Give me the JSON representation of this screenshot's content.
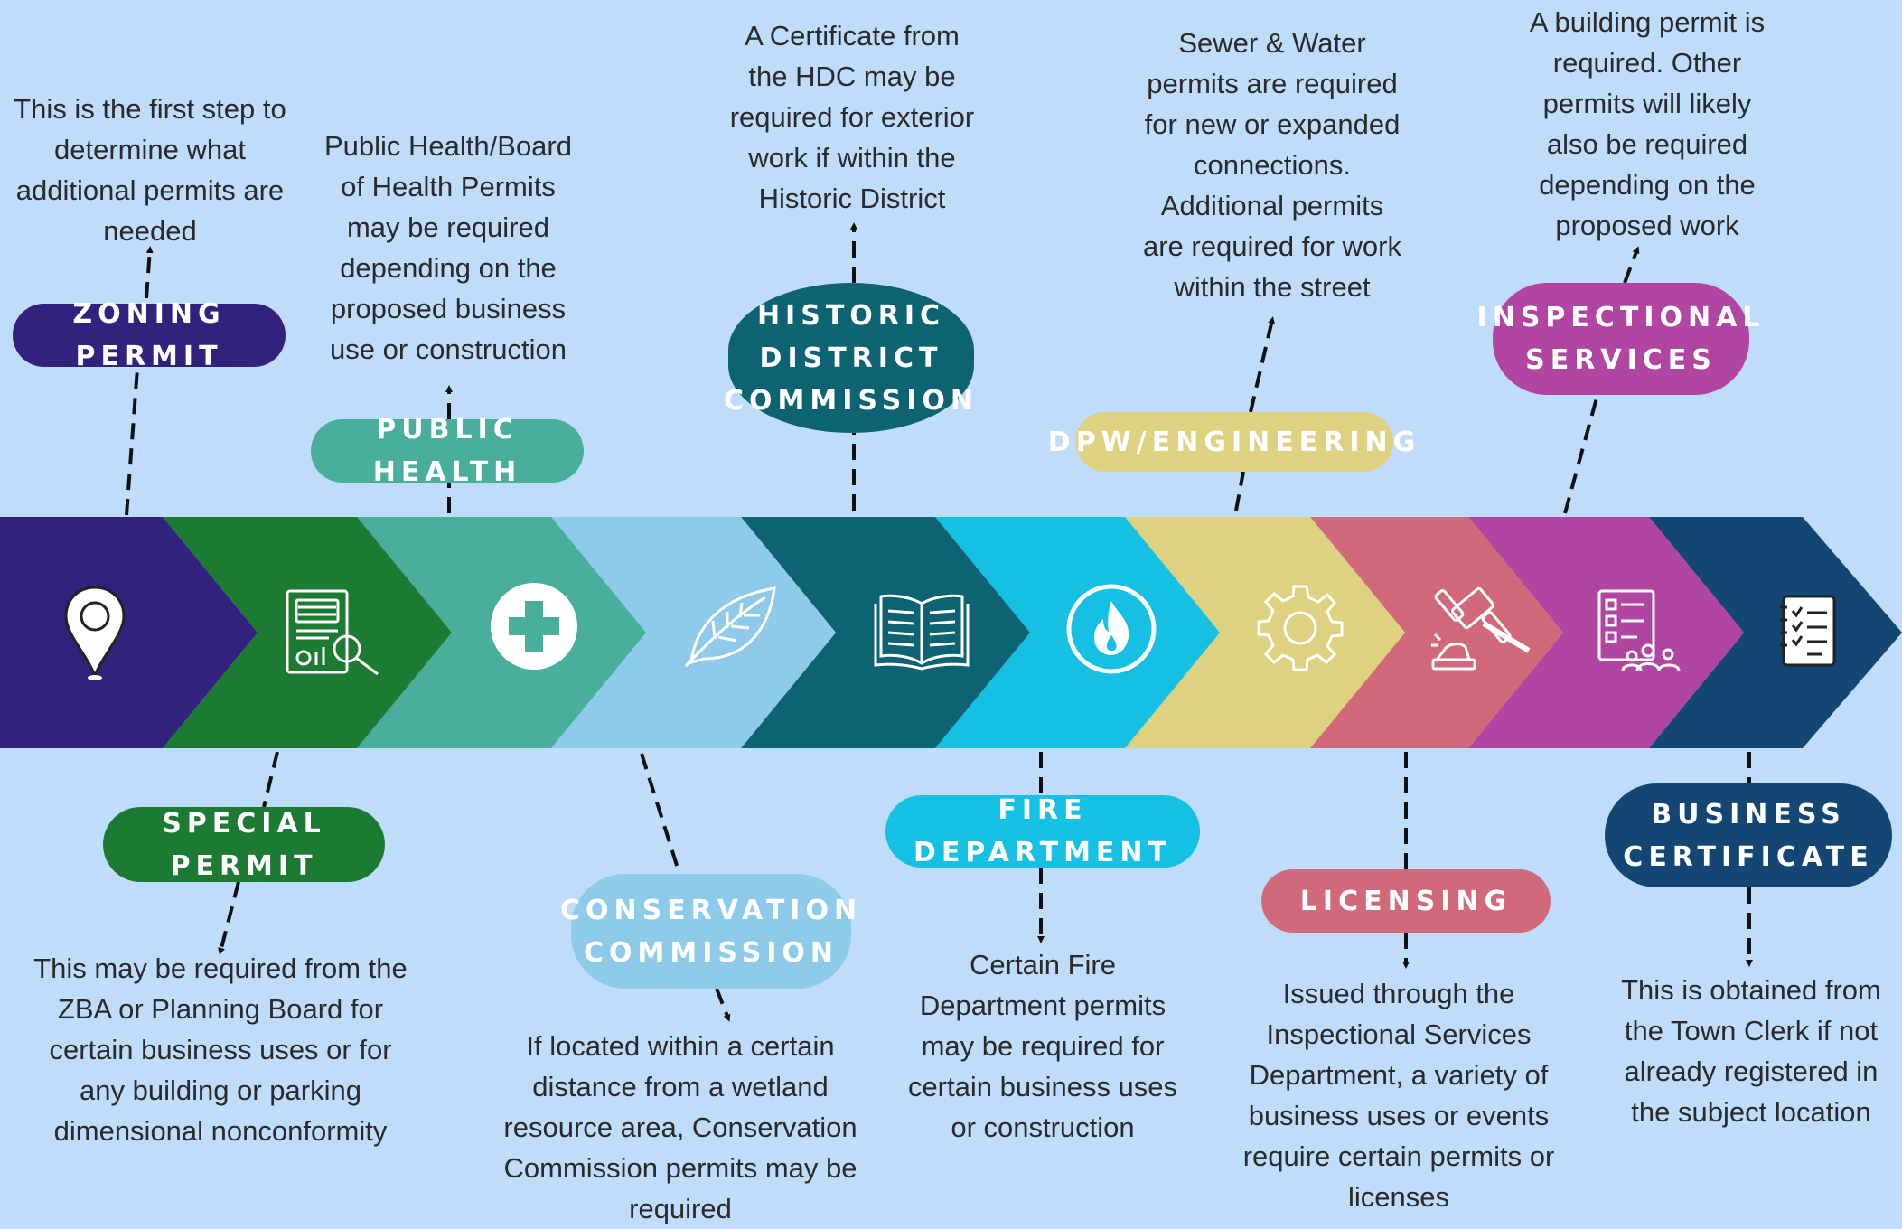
{
  "colors": {
    "background": "#bfdcfb",
    "zoning": "#33217e",
    "special": "#1c7a33",
    "health": "#4aae9c",
    "conservation": "#8ecbea",
    "historic": "#0e6372",
    "fire": "#15c0e3",
    "dpw": "#ded17f",
    "licensing": "#d1697b",
    "inspectional": "#b046a1",
    "business": "#134673"
  },
  "stages": [
    {
      "id": "zoning",
      "icon": "location-pin-icon"
    },
    {
      "id": "special",
      "icon": "document-search-icon"
    },
    {
      "id": "health",
      "icon": "medical-cross-icon"
    },
    {
      "id": "conservation",
      "icon": "leaf-icon"
    },
    {
      "id": "historic",
      "icon": "open-book-icon"
    },
    {
      "id": "fire",
      "icon": "flame-icon"
    },
    {
      "id": "dpw",
      "icon": "gear-icon"
    },
    {
      "id": "licensing",
      "icon": "gavel-icon"
    },
    {
      "id": "inspectional",
      "icon": "checklist-people-icon"
    },
    {
      "id": "business",
      "icon": "clipboard-checklist-icon"
    }
  ],
  "permits": {
    "zoning": {
      "label": "ZONING PERMIT",
      "description": "This is the first step to\ndetermine what\nadditional permits are\nneeded"
    },
    "special": {
      "label": "SPECIAL PERMIT",
      "description": "This may be required from the\nZBA or Planning Board for\ncertain business uses or for\nany building or parking\ndimensional nonconformity"
    },
    "health": {
      "label": "PUBLIC HEALTH",
      "description": "Public Health/Board\nof Health Permits\nmay be required\ndepending on the\nproposed business\nuse or construction"
    },
    "conservation": {
      "label": "CONSERVATION\nCOMMISSION",
      "description": "If located within a certain\ndistance from a wetland\nresource area, Conservation\nCommission permits may be\nrequired"
    },
    "historic": {
      "label": "HISTORIC\nDISTRICT\nCOMMISSION",
      "description": "A Certificate from\nthe HDC may be\nrequired for exterior\nwork if within the\nHistoric District"
    },
    "fire": {
      "label": "FIRE DEPARTMENT",
      "description": "Certain Fire\nDepartment permits\nmay be required for\ncertain business uses\nor construction"
    },
    "dpw": {
      "label": "DPW/ENGINEERING",
      "description": "Sewer & Water\npermits are required\nfor new or expanded\nconnections.\nAdditional permits\nare required for work\nwithin the street"
    },
    "licensing": {
      "label": "LICENSING",
      "description": "Issued through the\nInspectional Services\nDepartment, a variety of\nbusiness uses or events\nrequire certain permits or\nlicenses"
    },
    "inspectional": {
      "label": "INSPECTIONAL\nSERVICES",
      "description": "A building permit is\nrequired. Other\npermits will likely\nalso be required\ndepending on the\nproposed work"
    },
    "business": {
      "label": "BUSINESS\nCERTIFICATE",
      "description": "This is obtained from\nthe Town Clerk if not\nalready registered in\nthe subject location"
    }
  }
}
